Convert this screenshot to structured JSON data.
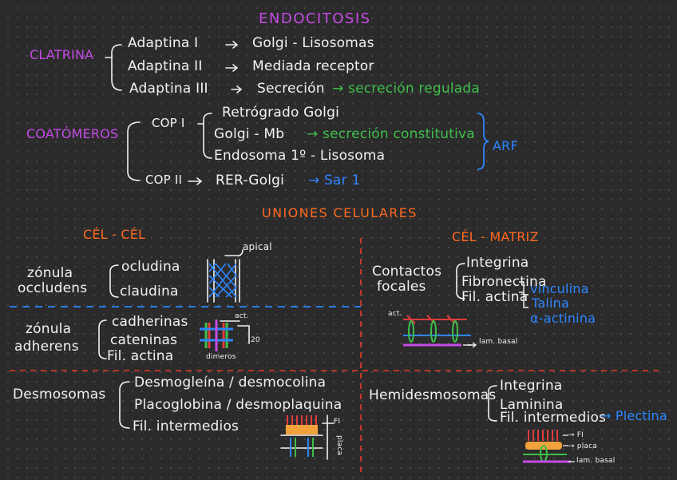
{
  "endocitosis": {
    "title": "ENDOCITOSIS",
    "clatrina": {
      "label": "CLATRINA",
      "items": [
        {
          "name": "Adaptina I",
          "arrow": "→",
          "target": "Golgi - Lisosomas"
        },
        {
          "name": "Adaptina II",
          "arrow": "→",
          "target": "Mediada receptor"
        },
        {
          "name": "Adaptina III",
          "arrow": "→",
          "target": "Secreción",
          "extra": "→ secreción regulada"
        }
      ]
    },
    "coatomeros": {
      "label": "COATÓMEROS",
      "cop1": {
        "label": "COP I",
        "items": [
          "Retrógrado Golgi",
          "Golgi - Mb",
          "Endosoma 1º - Lisosoma"
        ],
        "extra": "→ secreción constitutiva"
      },
      "cop2": {
        "label": "COP II",
        "arrow": "→",
        "target": "RER-Golgi",
        "extra": "→ Sar 1"
      },
      "arf": "ARF"
    }
  },
  "uniones": {
    "title": "UNIONES CELULARES",
    "cel_cel": "CÉL - CÉL",
    "cel_matriz": "CÉL - MATRIZ",
    "zonula_occludens": {
      "title_1": "zónula",
      "title_2": "occludens",
      "items": [
        "ocludina",
        "claudina"
      ],
      "label": "apical"
    },
    "zonula_adherens": {
      "title_1": "zónula",
      "title_2": "adherens",
      "items": [
        "cadherinas",
        "cateninas",
        "Fil. actina"
      ],
      "label_act": "act.",
      "label_20": "20",
      "label_dimeros": "dimeros"
    },
    "desmosomas": {
      "title": "Desmosomas",
      "items": [
        "Desmogleína / desmocolina",
        "Placoglobina / desmoplaquina",
        "Fil. intermedios"
      ],
      "label_fi": "FI",
      "label_placa": "placa"
    },
    "contactos_focales": {
      "title_1": "Contactos",
      "title_2": "focales",
      "items": [
        "Integrina",
        "Fibronectina",
        "Fil. actina"
      ],
      "extra": [
        "vinculina",
        "Talina",
        "α-actinina"
      ],
      "label_act": "act.",
      "label_lam": "lam. basal"
    },
    "hemidesmosomas": {
      "title": "Hemidesmosomas",
      "items": [
        "Integrina",
        "Laminina",
        "Fil. intermedios"
      ],
      "extra": "→ Plectina",
      "label_fi": "→ FI",
      "label_placa": "→ placa",
      "label_lam": "lam. basal"
    }
  }
}
